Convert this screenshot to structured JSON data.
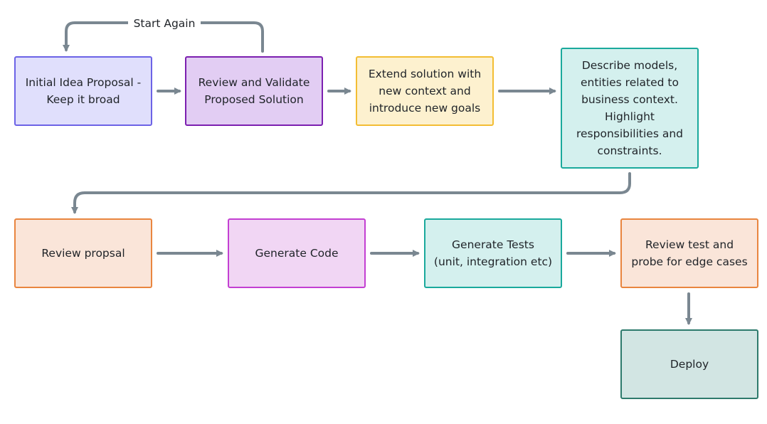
{
  "loop_label": "Start Again",
  "nodes": {
    "idea": "Initial Idea Proposal -\nKeep it broad",
    "validate": "Review and Validate\nProposed Solution",
    "extend": "Extend solution with\nnew context and\nintroduce new goals",
    "describe": "Describe models,\nentities related to\nbusiness context.\nHighlight\nresponsibilities and\nconstraints.",
    "review": "Review propsal",
    "code": "Generate Code",
    "tests": "Generate Tests\n(unit, integration etc)",
    "probe": "Review test and\nprobe for edge cases",
    "deploy": "Deploy"
  },
  "colors": {
    "connector": "#7a8791"
  }
}
